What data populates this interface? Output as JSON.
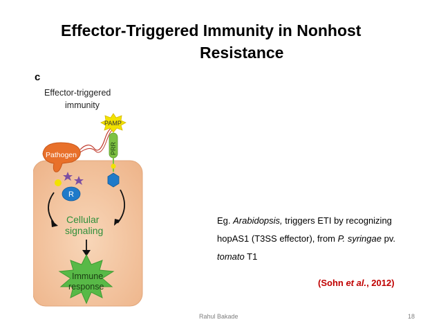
{
  "slide": {
    "title_line1": "Effector-Triggered Immunity in Nonhost",
    "title_line2": "Resistance",
    "figure": {
      "panel_letter": "c",
      "heading_line1": "Effector-triggered",
      "heading_line2": "immunity",
      "pamp_label": "PAMP",
      "prr_label": "PRR",
      "pathogen_label": "Pathogen",
      "r_label": "R",
      "signaling_line1": "Cellular",
      "signaling_line2": "signaling",
      "immune_line1": "Immune",
      "immune_line2": "response",
      "colors": {
        "cell": "#f5c8a4",
        "pathogen": "#e8702a",
        "pamp": "#f2e200",
        "prr": "#7dc142",
        "receptor": "#1f7ac9",
        "effector": "#7b4ea3",
        "immune_burst": "#58b947",
        "signaling_text": "#2f8f3a"
      }
    },
    "body": {
      "eg": "Eg. ",
      "arabidopsis": "Arabidopsis,",
      "text1": " triggers ETI by recognizing",
      "text2": "hopAS1 (T3SS effector), from ",
      "p_syringae": "P. syringae",
      "text3": " pv.",
      "tomato": "tomato",
      "text4": " T1"
    },
    "citation": {
      "open": "(Sohn ",
      "et_al": "et al.",
      "close": ", 2012)"
    },
    "footer": {
      "author": "Rahul Bakade",
      "page_number": "18"
    }
  }
}
